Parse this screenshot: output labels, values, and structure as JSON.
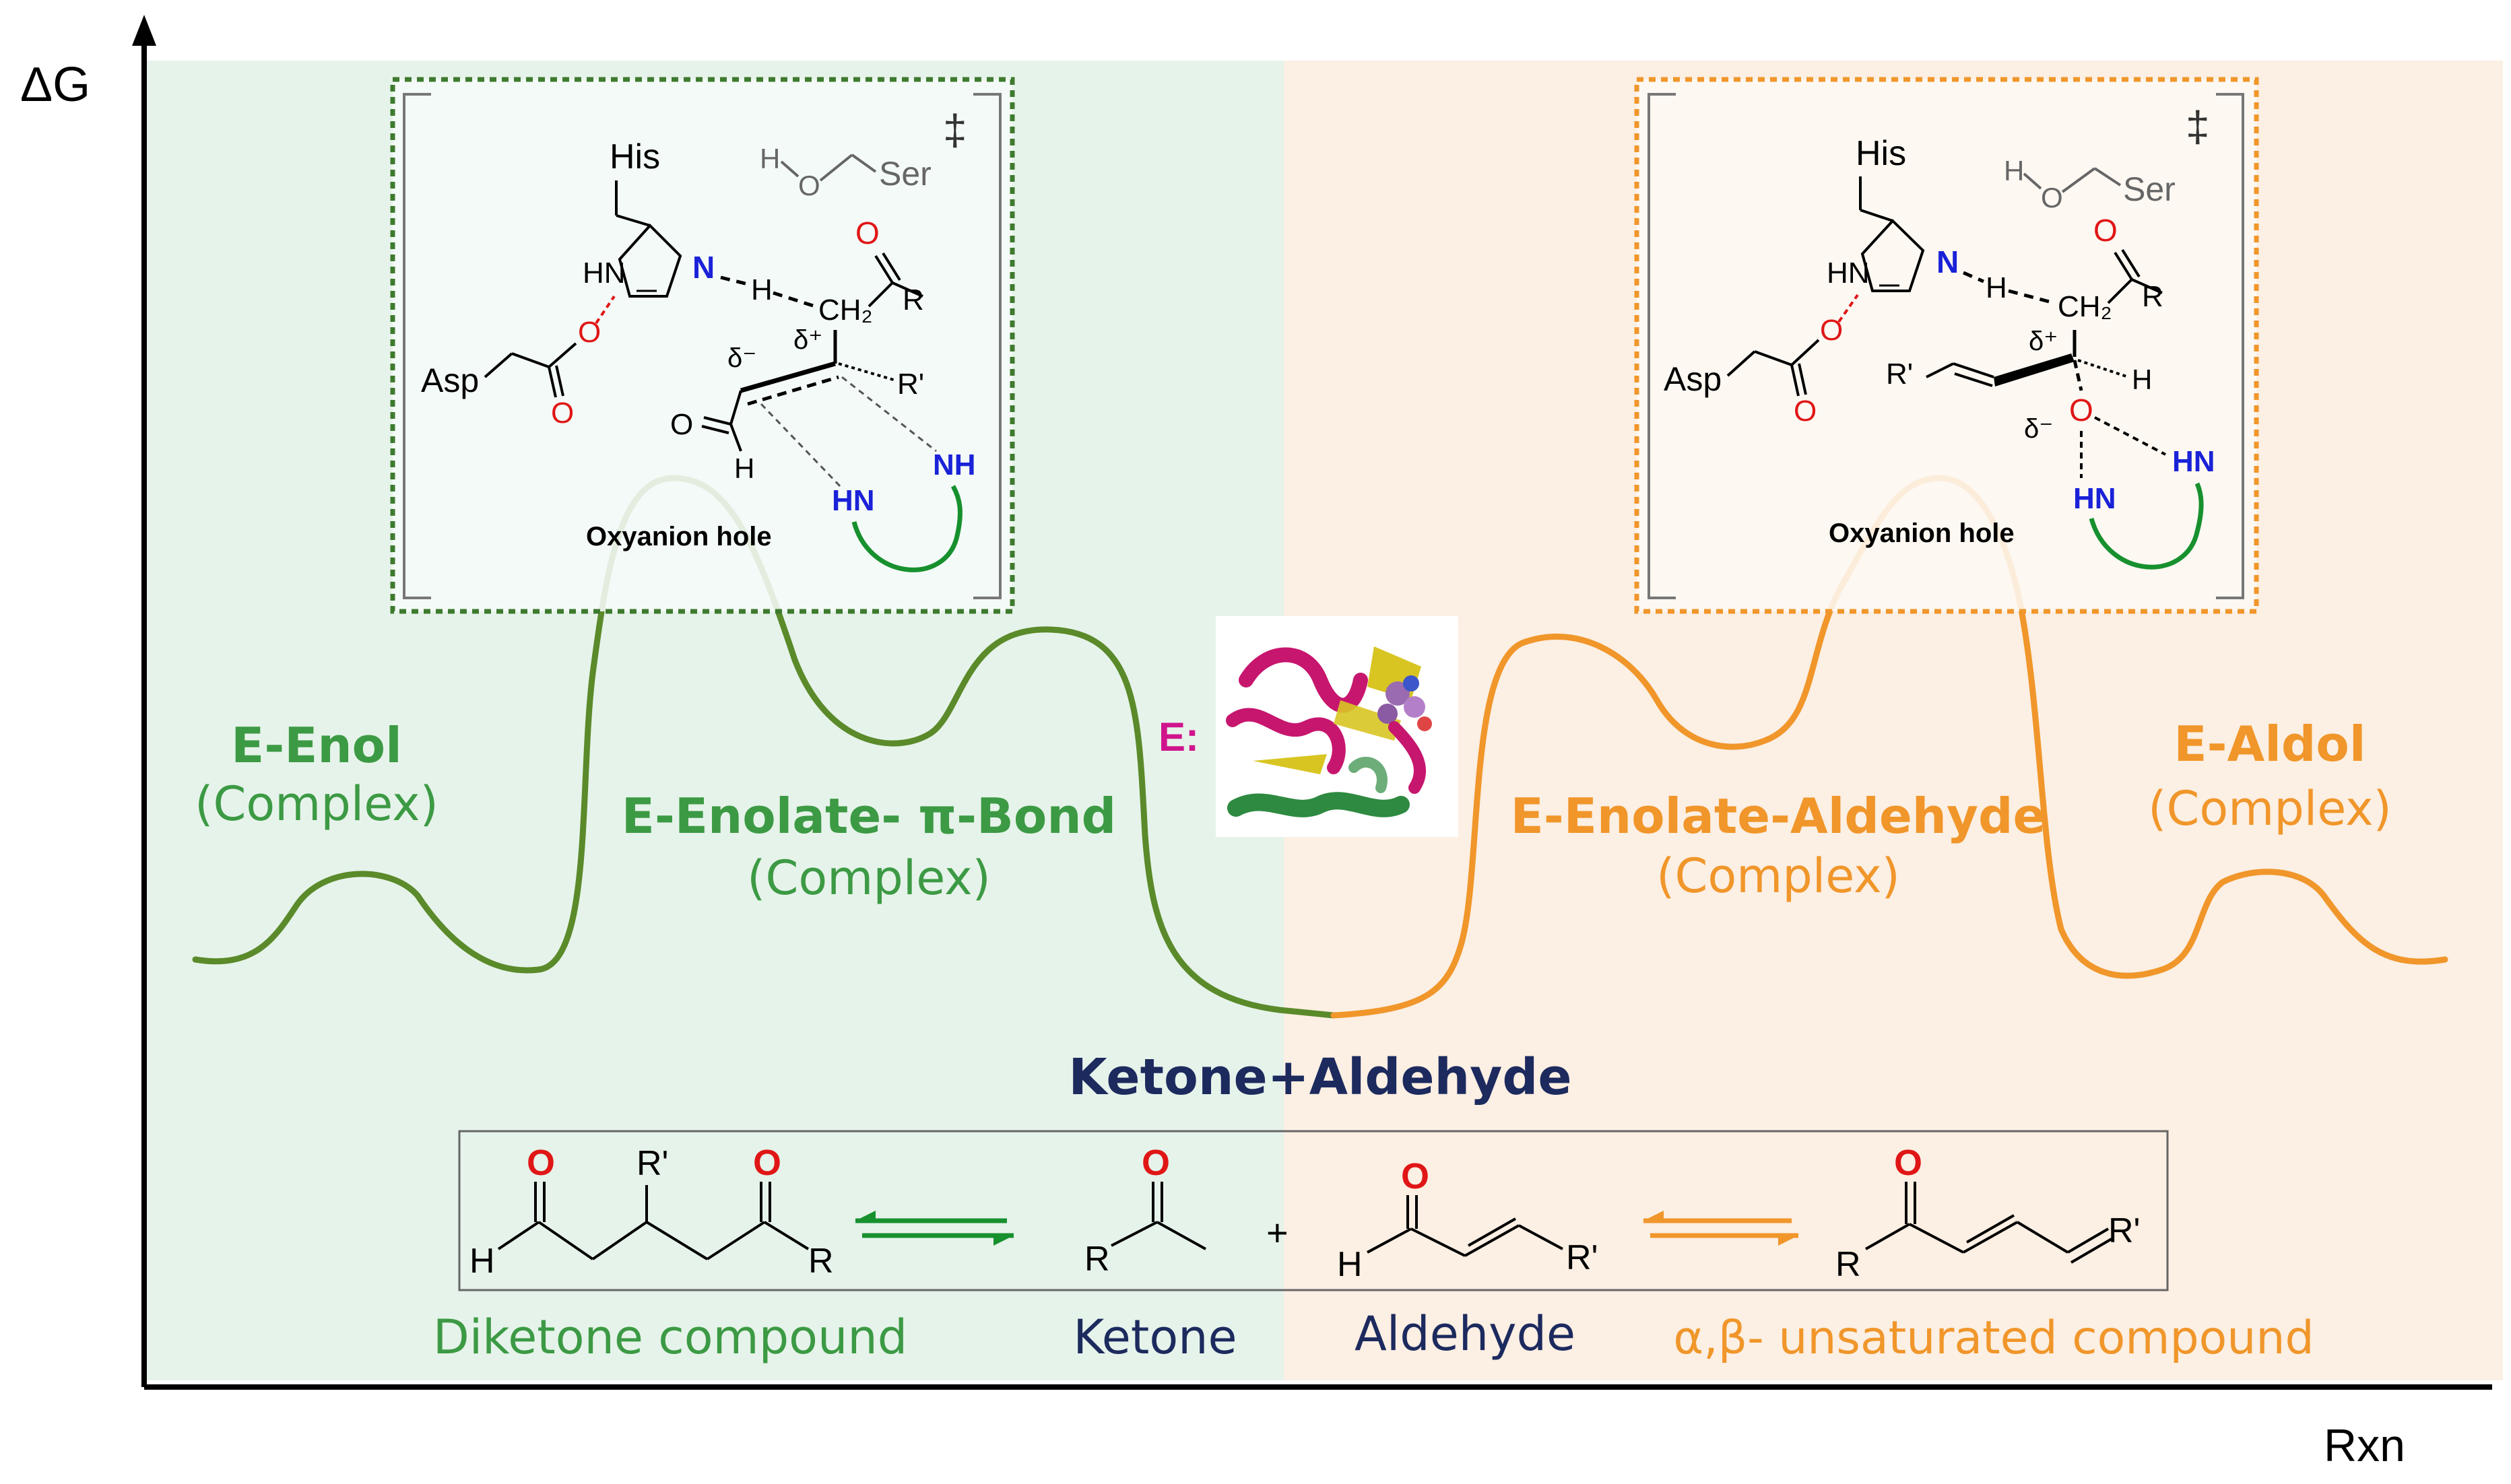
{
  "axes": {
    "y_label": "ΔG",
    "x_label": "Rxn"
  },
  "colors": {
    "green_region": "#e6f3ea",
    "orange_region": "#fcefe3",
    "green": "#3c8a2e",
    "olive_green": "#5a8a2a",
    "orange": "#f0962a",
    "navy": "#1c2a5e",
    "magenta": "#d0148c",
    "red": "#e01616",
    "blue": "#1a22d8"
  },
  "stages": {
    "e_enol": {
      "label": "E-Enol",
      "sub": "(Complex)"
    },
    "e_enolate_pi": {
      "label": "E-Enolate- π-Bond",
      "sub": "(Complex)"
    },
    "e_enolate_aldehyde": {
      "label": "E-Enolate-Aldehyde",
      "sub": "(Complex)"
    },
    "e_aldol": {
      "label": "E-Aldol",
      "sub": "(Complex)"
    },
    "ground_state": "Ketone+Aldehyde"
  },
  "enzyme_label": "E:",
  "transition_states": {
    "left": {
      "his": "His",
      "ser": "Ser",
      "asp": "Asp",
      "h_ser": "H",
      "o_ser": "O",
      "hn_his": "HN",
      "n_his": "N",
      "h_bond": "H",
      "ch2": "CH₂",
      "r": "R",
      "o_ketone": "O",
      "delta_minus": "δ⁻",
      "delta_plus": "δ⁺",
      "r_prime": "R'",
      "o_ald": "O",
      "h_ald": "H",
      "nh": "NH",
      "hn": "HN",
      "o_asp1": "O",
      "o_asp2": "O",
      "oxyanion_hole": "Oxyanion hole",
      "double_dagger": "‡"
    },
    "right": {
      "his": "His",
      "ser": "Ser",
      "asp": "Asp",
      "h_ser": "H",
      "o_ser": "O",
      "hn_his": "HN",
      "n_his": "N",
      "h_bond": "H",
      "ch2": "CH₂",
      "r": "R",
      "o_ketone": "O",
      "delta_plus": "δ⁺",
      "r_prime": "R'",
      "h_c": "H",
      "o_alk": "O",
      "delta_minus": "δ⁻",
      "hn_right": "HN",
      "hn_bottom": "HN",
      "o_asp1": "O",
      "o_asp2": "O",
      "oxyanion_hole": "Oxyanion hole",
      "double_dagger": "‡"
    }
  },
  "bottom_box": {
    "diketone": {
      "o1": "O",
      "o2": "O",
      "h": "H",
      "r": "R",
      "r_prime": "R'"
    },
    "ketone": {
      "o": "O",
      "r": "R"
    },
    "plus": "+",
    "aldehyde": {
      "o": "O",
      "h": "H",
      "r_prime": "R'"
    },
    "unsaturated": {
      "o": "O",
      "r": "R",
      "r_prime": "R'"
    }
  },
  "compound_labels": {
    "diketone": "Diketone compound",
    "ketone": "Ketone",
    "aldehyde": "Aldehyde",
    "unsaturated": "α,β- unsaturated compound"
  }
}
